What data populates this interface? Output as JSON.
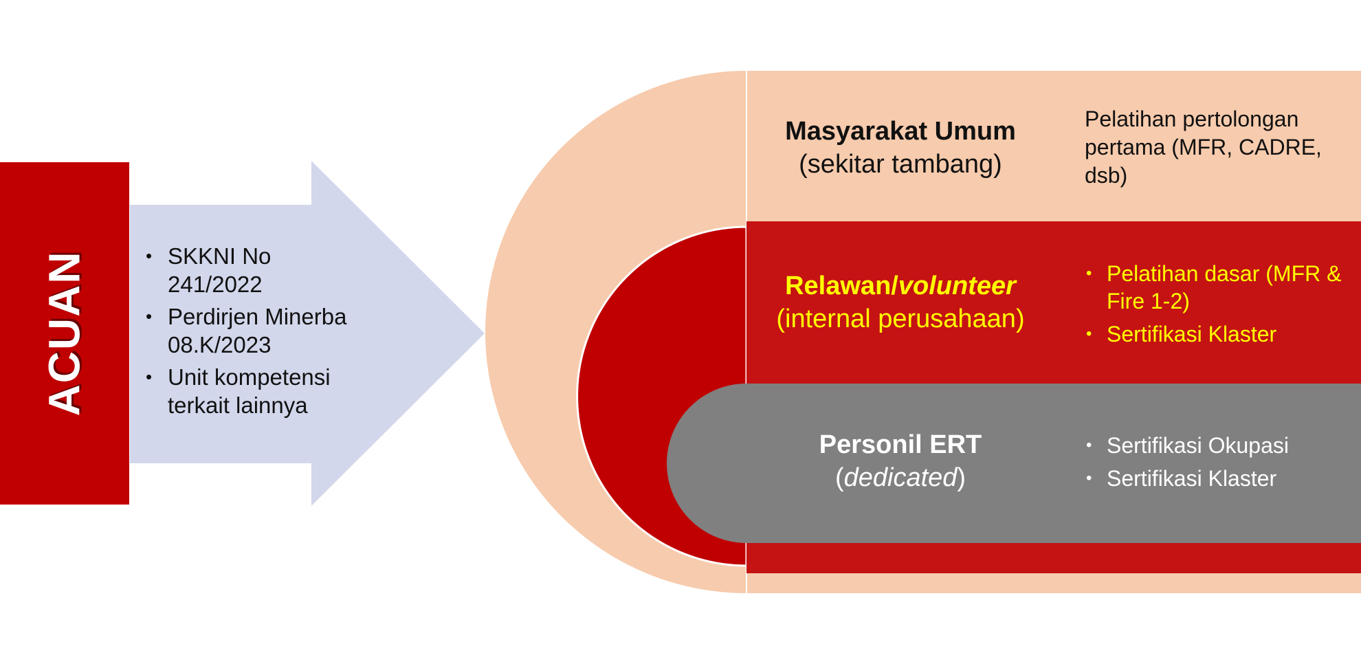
{
  "acuan": {
    "label": "ACUAN",
    "references": [
      "SKKNI No 241/2022",
      "Perdirjen Minerba 08.K/2023",
      "Unit kompetensi terkait lainnya"
    ]
  },
  "tiers": {
    "masyarakat": {
      "title": "Masyarakat Umum",
      "subtitle": "(sekitar tambang)",
      "description": "Pelatihan pertolongan pertama (MFR, CADRE, dsb)"
    },
    "relawan": {
      "title_prefix": "Relawan/",
      "title_italic": "volunteer",
      "subtitle": "(internal perusahaan)",
      "items": [
        "Pelatihan dasar (MFR & Fire 1-2)",
        "Sertifikasi Klaster"
      ]
    },
    "ert": {
      "title": "Personil ERT",
      "subtitle_open": "(",
      "subtitle_italic": "dedicated",
      "subtitle_close": ")",
      "items": [
        "Sertifikasi Okupasi",
        "Sertifikasi Klaster"
      ]
    }
  },
  "colors": {
    "dark_red": "#c00000",
    "band_red": "#c51313",
    "peach": "#f7cbad",
    "lavender": "#d2d7eb",
    "gray": "#808080",
    "highlight_yellow": "#ffff00"
  }
}
